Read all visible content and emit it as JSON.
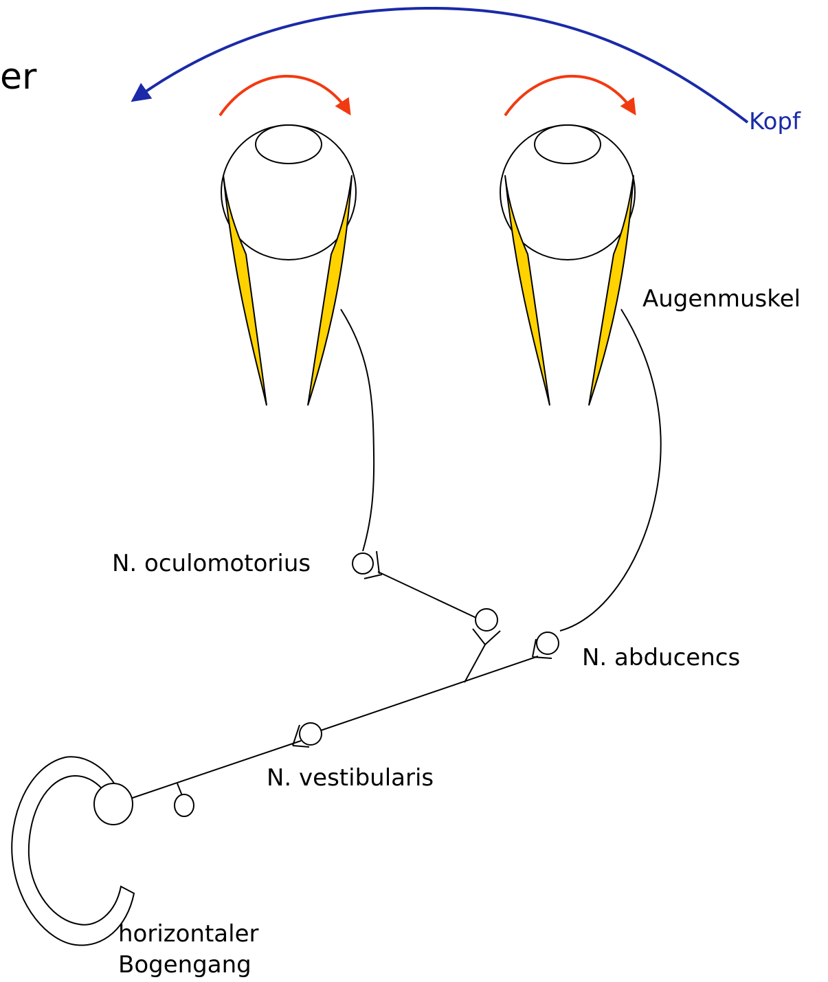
{
  "colors": {
    "head_arrow": "#1a2aa8",
    "eye_arrow": "#f23a10",
    "muscle": "#ffd200",
    "line": "#000000"
  },
  "labels": {
    "partial_title": "er",
    "head": "Kopf",
    "eye_muscle": "Augenmuskel",
    "oculomotor": "N. oculomotorius",
    "abducens": "N. abducencs",
    "vestibular": "N. vestibularis",
    "canal_line1": "horizontaler",
    "canal_line2": "Bogengang"
  }
}
